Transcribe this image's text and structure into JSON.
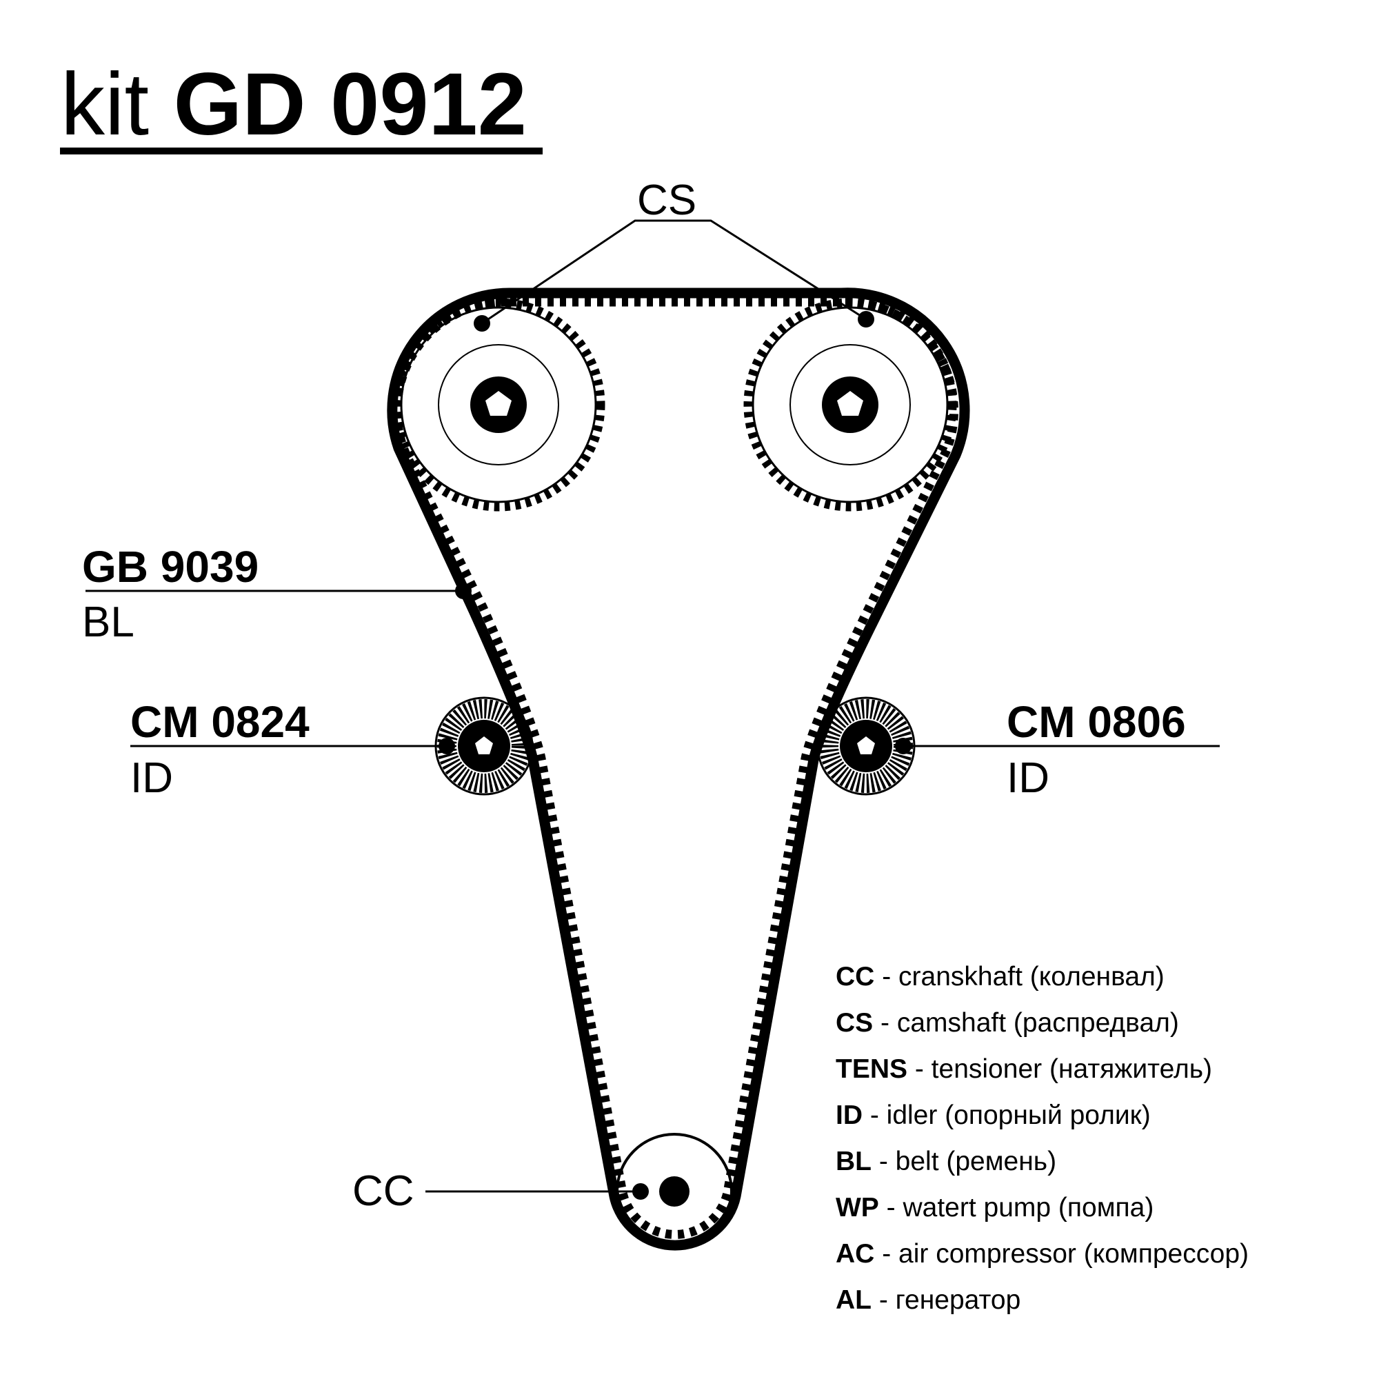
{
  "title": {
    "prefix": "kit",
    "code": "GD 0912"
  },
  "labels": {
    "cs": "CS",
    "belt": {
      "code": "GB 9039",
      "abbr": "BL"
    },
    "idler_left": {
      "code": "CM 0824",
      "abbr": "ID"
    },
    "idler_right": {
      "code": "CM 0806",
      "abbr": "ID"
    },
    "cc": "CC"
  },
  "legend": [
    {
      "abbr": "CC",
      "desc": "- cranskhaft (коленвал)"
    },
    {
      "abbr": "CS",
      "desc": "- camshaft (распредвал)"
    },
    {
      "abbr": "TENS",
      "desc": "- tensioner (натяжитель)"
    },
    {
      "abbr": "ID",
      "desc": "- idler (опорный ролик)"
    },
    {
      "abbr": "BL",
      "desc": "- belt (ремень)"
    },
    {
      "abbr": "WP",
      "desc": "- watert pump (помпа)"
    },
    {
      "abbr": "AC",
      "desc": "- air compressor (компрессор)"
    },
    {
      "abbr": "AL",
      "desc": "- генератор"
    }
  ]
}
